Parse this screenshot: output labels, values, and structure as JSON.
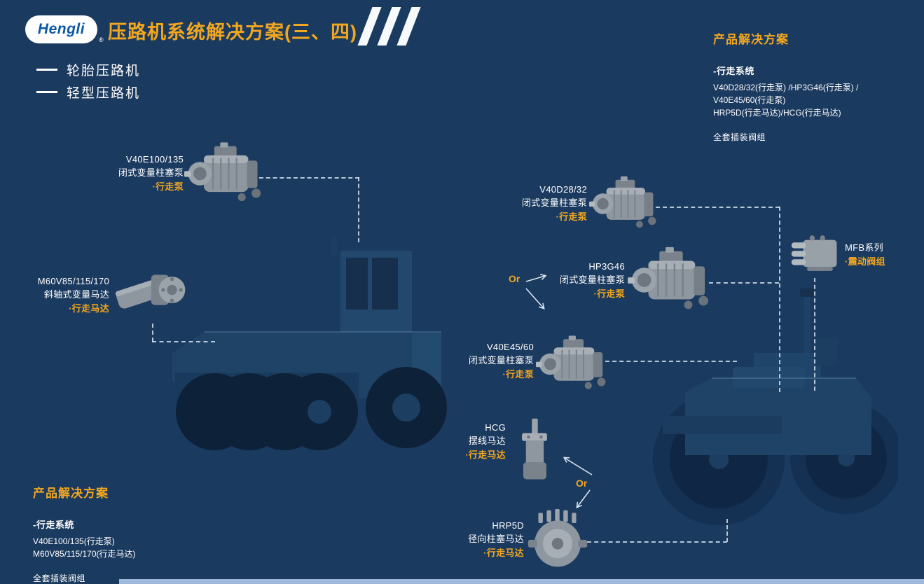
{
  "header": {
    "logo_text": "Hengli",
    "logo_reg": "®",
    "title": "压路机系统解决方案(三、四)"
  },
  "machine_types": {
    "item1": "轮胎压路机",
    "item2": "轻型压路机"
  },
  "solution_right": {
    "title": "产品解决方案",
    "system_label": "-行走系统",
    "line1": "V40D28/32(行走泵) /HP3G46(行走泵) /",
    "line2": "V40E45/60(行走泵)",
    "line3": "HRP5D(行走马达)/HCG(行走马达)",
    "footer": "全套插装阀组"
  },
  "solution_left": {
    "title": "产品解决方案",
    "system_label": "-行走系统",
    "line1": "V40E100/135(行走泵)",
    "line2": "M60V85/115/170(行走马达)",
    "footer": "全套插装阀组"
  },
  "products": {
    "p1": {
      "name": "V40E100/135",
      "desc": "闭式变量柱塞泵",
      "tag": "·行走泵"
    },
    "p2": {
      "name": "M60V85/115/170",
      "desc": "斜轴式变量马达",
      "tag": "·行走马达"
    },
    "p3": {
      "name": "V40D28/32",
      "desc": "闭式变量柱塞泵",
      "tag": "·行走泵"
    },
    "p4": {
      "name": "HP3G46",
      "desc": "闭式变量柱塞泵",
      "tag": "·行走泵"
    },
    "p5": {
      "name": "V40E45/60",
      "desc": "闭式变量柱塞泵",
      "tag": "·行走泵"
    },
    "p6": {
      "name": "HCG",
      "desc": "摆线马达",
      "tag": "·行走马达"
    },
    "p7": {
      "name": "HRP5D",
      "desc": "径向柱塞马达",
      "tag": "·行走马达"
    },
    "p8": {
      "name": "MFB系列",
      "tag": "·震动阀组"
    }
  },
  "connectors": {
    "or1": "Or",
    "or2": "Or"
  },
  "colors": {
    "background": "#1B3A5F",
    "accent_yellow": "#F2A71E",
    "logo_blue": "#0A58A6",
    "bottom_bar": "#9FB9DC",
    "text_white": "#FFFFFF"
  }
}
